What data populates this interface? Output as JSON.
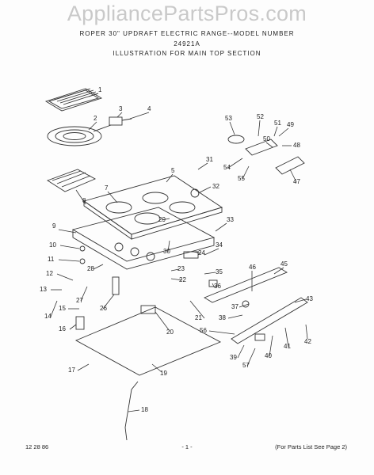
{
  "watermark": "AppliancePartsPros.com",
  "header": {
    "line1": "ROPER 30\" UPDRAFT ELECTRIC RANGE--MODEL NUMBER",
    "line2": "24921A",
    "line3": "ILLUSTRATION FOR MAIN TOP SECTION"
  },
  "footer": {
    "date": "12 28 86",
    "page": "- 1 -",
    "note": "(For Parts List See Page 2)"
  },
  "callouts": [
    "1",
    "2",
    "3",
    "4",
    "5",
    "7",
    "8",
    "9",
    "10",
    "11",
    "12",
    "13",
    "14",
    "15",
    "16",
    "17",
    "18",
    "19",
    "20",
    "21",
    "22",
    "23",
    "24",
    "26",
    "27",
    "28",
    "29",
    "30",
    "31",
    "32",
    "33",
    "34",
    "35",
    "36",
    "37",
    "38",
    "39",
    "40",
    "41",
    "42",
    "43",
    "45",
    "46",
    "47",
    "48",
    "49",
    "50",
    "51",
    "52",
    "53",
    "54",
    "55",
    "56",
    "57"
  ]
}
